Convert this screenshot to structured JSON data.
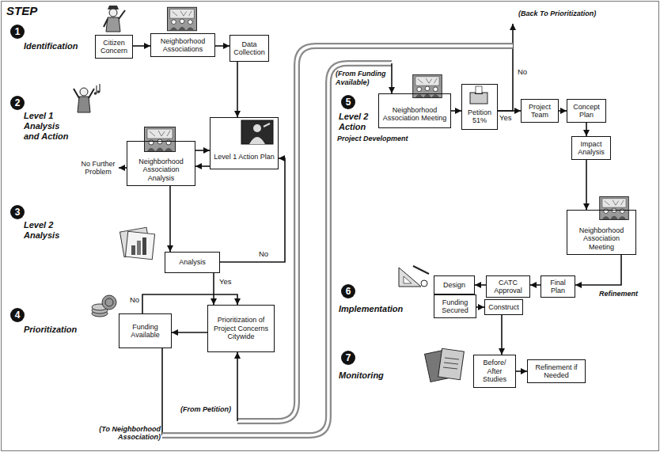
{
  "diagram": {
    "title": "STEP",
    "nodes": [
      {
        "text": [
          "Citizen Concern"
        ]
      },
      {
        "text": [
          "Neighborhood Associations"
        ]
      },
      {
        "text": [
          "Data Collection"
        ]
      },
      {
        "text": [
          "Neighborhood Association Analysis"
        ]
      },
      {
        "text": [
          "Level 1 Action Plan"
        ]
      },
      {
        "text": [
          "No Further Problem"
        ]
      },
      {
        "text": [
          "Analysis"
        ]
      },
      {
        "text": [
          "Prioritization of Project Concerns Citywide"
        ]
      },
      {
        "text": [
          "Funding Available"
        ]
      },
      {
        "text": [
          "Neighborhood Association Meeting"
        ]
      },
      {
        "text": [
          "Petition 51%"
        ]
      },
      {
        "text": [
          "Project Team"
        ]
      },
      {
        "text": [
          "Concept Plan"
        ]
      },
      {
        "text": [
          "Impact Analysis"
        ]
      },
      {
        "text": [
          "Neighborhood Association Meeting"
        ]
      },
      {
        "text": [
          "Final Plan"
        ]
      },
      {
        "text": [
          "CATC Approval"
        ]
      },
      {
        "text": [
          "Design"
        ]
      },
      {
        "text": [
          "Funding Secured"
        ]
      },
      {
        "text": [
          "Construct"
        ]
      },
      {
        "text": [
          "Before/ After Studies"
        ]
      },
      {
        "text": [
          "Refinement if Needed"
        ]
      }
    ],
    "edges": [
      {
        "from": 0,
        "to": 1,
        "arrow": "to"
      },
      {
        "from": 1,
        "to": 2,
        "arrow": "to"
      },
      {
        "from": 2,
        "to": 4,
        "arrow": "to"
      },
      {
        "from": 3,
        "to": 4,
        "arrow": "to"
      },
      {
        "from": 4,
        "to": 3,
        "arrow": "to"
      },
      {
        "from": 3,
        "to": 5,
        "arrow": "to"
      },
      {
        "from": 3,
        "to": 6,
        "arrow": "to"
      },
      {
        "from": 6,
        "to": 4,
        "label": "No",
        "arrow": "to"
      },
      {
        "from": 6,
        "to": 7,
        "label": "Yes",
        "arrow": "to"
      },
      {
        "from": 7,
        "to": 8,
        "arrow": "to"
      },
      {
        "from": 8,
        "to": 7,
        "label": "No",
        "arrow": "to"
      },
      {
        "from": 8,
        "to": 9,
        "label": "(To Neighborhood Association)",
        "arrow": "to"
      },
      {
        "from": 9,
        "to": 10,
        "arrow": "to"
      },
      {
        "from": 10,
        "to": 7,
        "label": "No",
        "arrow": "to"
      },
      {
        "from": 10,
        "to": 11,
        "label": "Yes",
        "arrow": "to"
      },
      {
        "from": 11,
        "to": 12,
        "arrow": "to"
      },
      {
        "from": 12,
        "to": 13,
        "arrow": "to"
      },
      {
        "from": 13,
        "to": 14,
        "arrow": "to"
      },
      {
        "from": 14,
        "to": 15,
        "arrow": "to"
      },
      {
        "from": 15,
        "to": 16,
        "arrow": "to"
      },
      {
        "from": 16,
        "to": 17,
        "arrow": "to"
      },
      {
        "from": 18,
        "to": 19,
        "arrow": "to"
      },
      {
        "from": 19,
        "to": 20,
        "arrow": "to"
      },
      {
        "from": 20,
        "to": 21,
        "arrow": "to"
      }
    ],
    "labels": [
      "1",
      "Identification",
      "2",
      "Level 1 Analysis and Action",
      "3",
      "Level 2 Analysis",
      "4",
      "Prioritization",
      "5",
      "Level 2 Action",
      "Project Development",
      "6",
      "Implementation",
      "7",
      "Monitoring",
      "(From Funding Available)",
      "(Back To Prioritization)",
      "(From Petition)",
      "Refinement"
    ]
  }
}
